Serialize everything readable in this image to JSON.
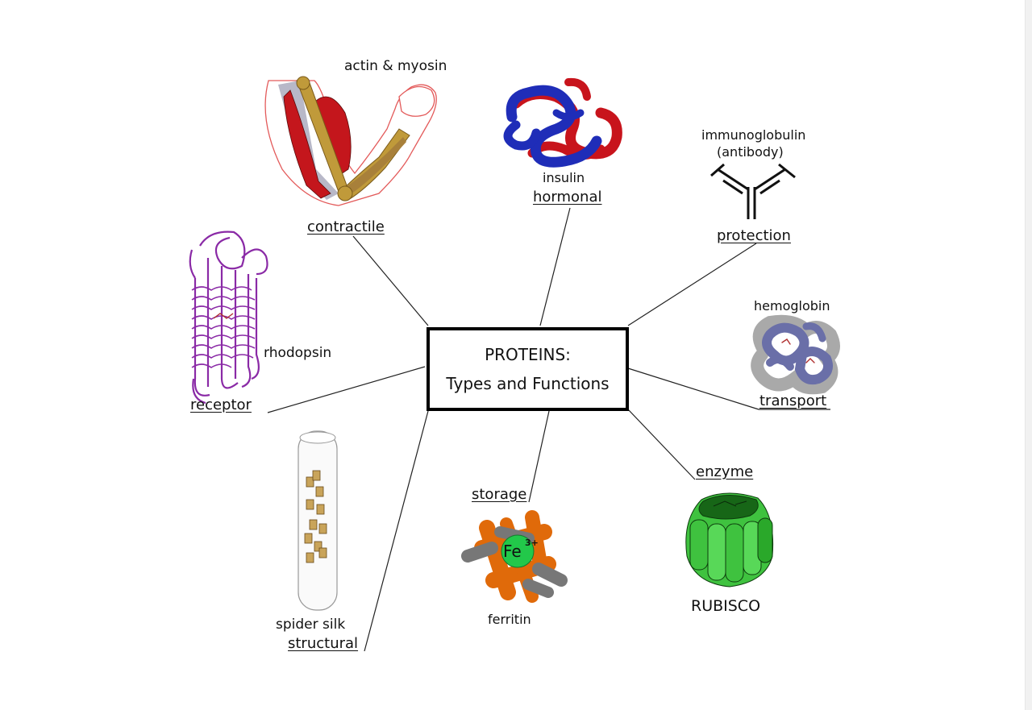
{
  "center": {
    "line1": "PROTEINS:",
    "line2": "Types and Functions"
  },
  "categories": {
    "contractile": "contractile",
    "hormonal": "hormonal",
    "protection": "protection",
    "transport": "transport",
    "enzyme": "enzyme",
    "storage": "storage",
    "structural": "structural",
    "receptor": "receptor"
  },
  "examples": {
    "actin": "actin & myosin",
    "insulin": "insulin",
    "immunoglobulin": "immunoglobulin",
    "antibody": "(antibody)",
    "hemoglobin": "hemoglobin",
    "rubisco": "RUBISCO",
    "ferritin": "ferritin",
    "fe": "Fe",
    "fe_charge": "3+",
    "spider_silk": "spider silk",
    "rhodopsin": "rhodopsin"
  },
  "colors": {
    "muscle_red": "#c4161c",
    "bone_tan": "#c09a3a",
    "insulin_blue": "#1f2db8",
    "insulin_red": "#c8141c",
    "hemoglobin_blue": "#6a6fa8",
    "hemoglobin_gray": "#a9a9a9",
    "rubisco_light": "#3fc23f",
    "rubisco_dark": "#176617",
    "ferritin_orange": "#e06a0a",
    "ferritin_gray": "#777777",
    "fe_green": "#22c84a",
    "rhodopsin_purple": "#8a2aa6"
  }
}
